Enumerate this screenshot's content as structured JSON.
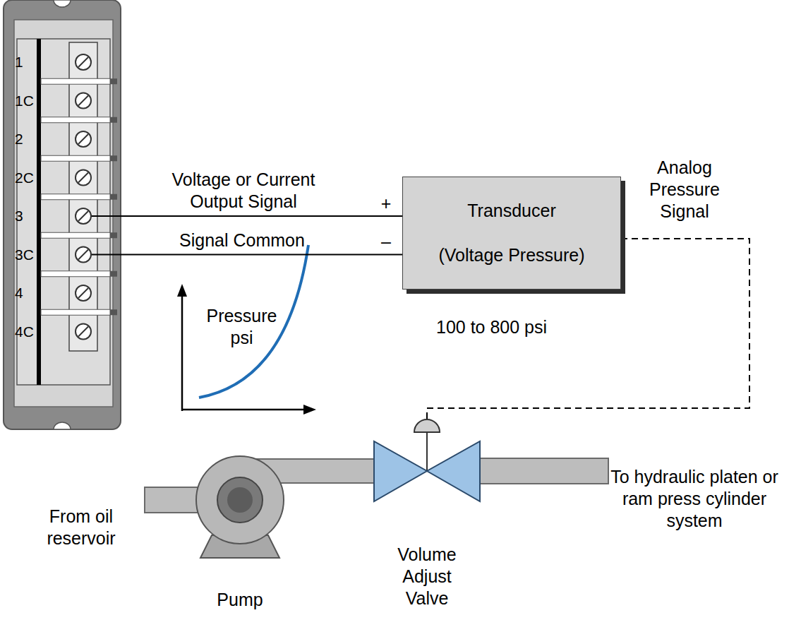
{
  "diagram": {
    "nodes": [
      {
        "text": [
          "1",
          "1C",
          "2",
          "2C",
          "3",
          "3C",
          "4",
          "4C"
        ]
      },
      {
        "text": [
          "Transducer",
          "(Voltage Pressure)"
        ]
      },
      {
        "text": [
          "Pump"
        ]
      },
      {
        "text": [
          "Volume Adjust Valve"
        ]
      }
    ],
    "edges": [
      {
        "from": 0,
        "to": 1,
        "arrow": "none",
        "label": "Voltage or Current Output Signal"
      },
      {
        "from": 0,
        "to": 1,
        "arrow": "none",
        "label": "Signal Common"
      },
      {
        "from": 1,
        "to": 3,
        "arrow": "none",
        "label": "Analog Pressure Signal"
      },
      {
        "from": 2,
        "to": 3,
        "arrow": "none"
      }
    ],
    "labels": [
      "+",
      "–",
      "100 to 800 psi",
      "Pressure psi",
      "From oil reservoir",
      "To hydraulic platen or ram press cylinder system"
    ]
  }
}
